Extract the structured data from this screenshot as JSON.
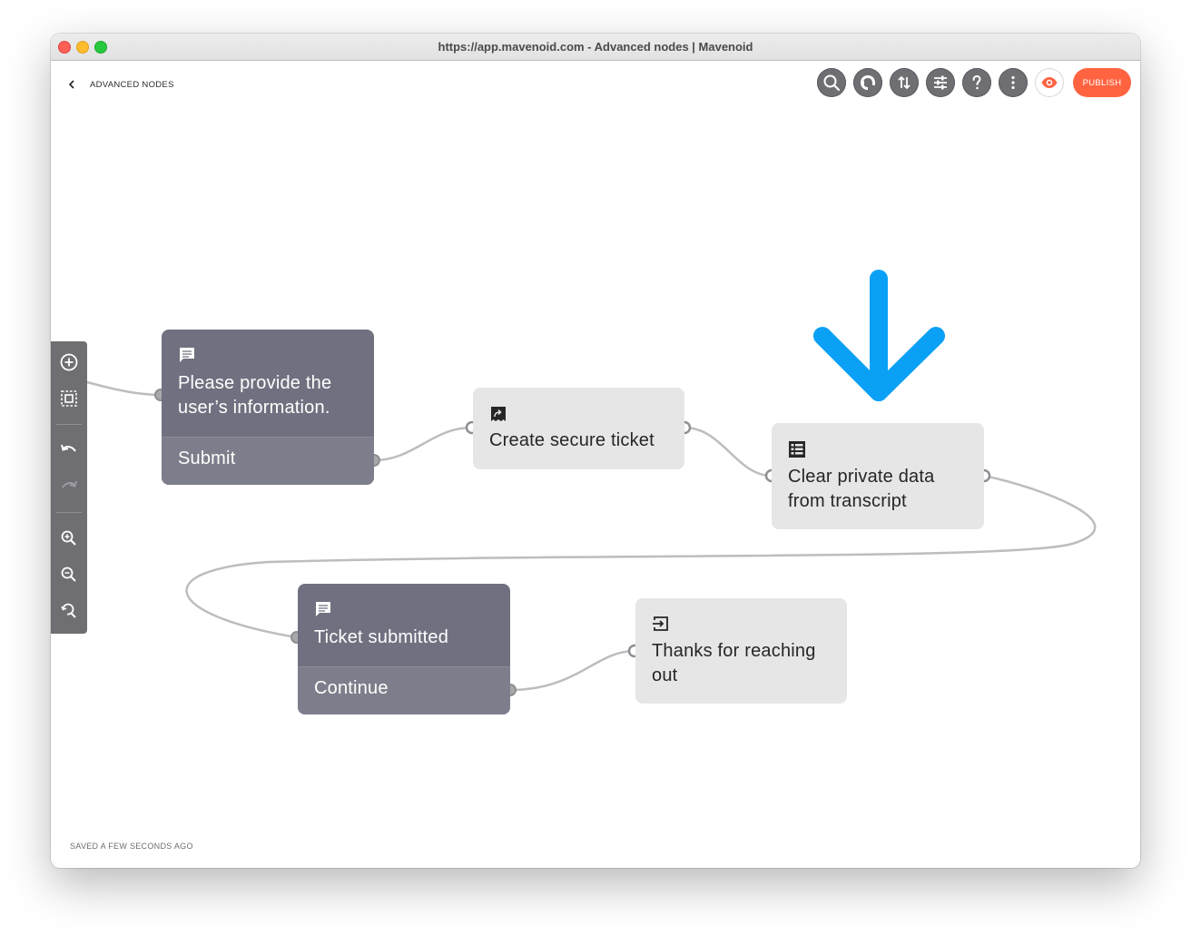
{
  "window": {
    "title": "https://app.mavenoid.com - Advanced nodes | Mavenoid"
  },
  "header": {
    "back_label": "ADVANCED NODES",
    "publish_label": "PUBLISH",
    "toolbar_icons": [
      "search-icon",
      "bot-icon",
      "sort-icon",
      "sliders-icon",
      "help-icon",
      "more-vertical-icon",
      "eye-icon"
    ]
  },
  "sidebar": {
    "tools": [
      "add-node-icon",
      "select-area-icon",
      "undo-icon",
      "redo-icon",
      "zoom-in-icon",
      "zoom-out-icon",
      "zoom-reset-icon"
    ]
  },
  "nodes": [
    {
      "id": "user-info",
      "type": "message",
      "icon": "message-icon",
      "text": "Please provide the user’s information.",
      "output": "Submit"
    },
    {
      "id": "secure-ticket",
      "type": "action",
      "icon": "ticket-share-icon",
      "text": "Create secure ticket"
    },
    {
      "id": "clear-data",
      "type": "action",
      "icon": "table-icon",
      "text": "Clear private data from transcript"
    },
    {
      "id": "ticket-submitted",
      "type": "message",
      "icon": "message-icon",
      "text": "Ticket submitted",
      "output": "Continue"
    },
    {
      "id": "thanks",
      "type": "exit",
      "icon": "exit-icon",
      "text": "Thanks for reaching out"
    }
  ],
  "annotation": {
    "icon": "arrow-down-icon",
    "color": "#0aa0f5"
  },
  "colors": {
    "publish": "#ff6340",
    "node_dark": "#707180",
    "node_light": "#e6e6e6",
    "eye": "#ff6340"
  },
  "footer": {
    "status": "SAVED A FEW SECONDS AGO"
  }
}
